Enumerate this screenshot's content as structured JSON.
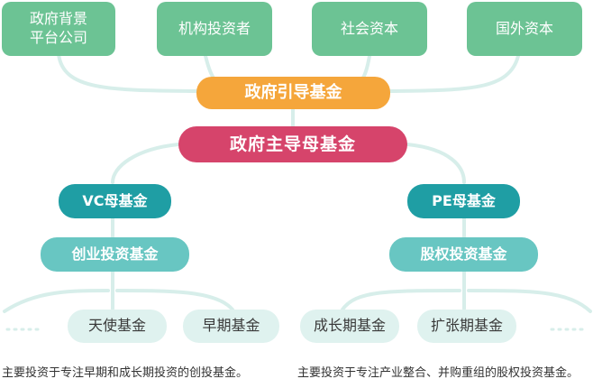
{
  "top_sources": [
    "政府背景\n平台公司",
    "机构投资者",
    "社会资本",
    "国外资本"
  ],
  "guide_fund": "政府引导基金",
  "mother_fund": "政府主导母基金",
  "left_branch": {
    "fund": "VC母基金",
    "sub_fund": "创业投资基金",
    "leaves": [
      "天使基金",
      "早期基金"
    ],
    "caption": "主要投资于专注早期和成长期投资的创投基金。"
  },
  "right_branch": {
    "fund": "PE母基金",
    "sub_fund": "股权投资基金",
    "leaves": [
      "成长期基金",
      "扩张期基金"
    ],
    "caption": "主要投资于专注产业整合、并购重组的股权投资基金。"
  },
  "colors": {
    "top_sources": "#6cc394",
    "guide_fund": "#f5a63b",
    "mother_fund": "#d6446b",
    "branch_fund": "#1f9ea4",
    "sub_fund": "#68c6c2",
    "leaf": "#dff2ef",
    "connector": "#d7eeea"
  }
}
